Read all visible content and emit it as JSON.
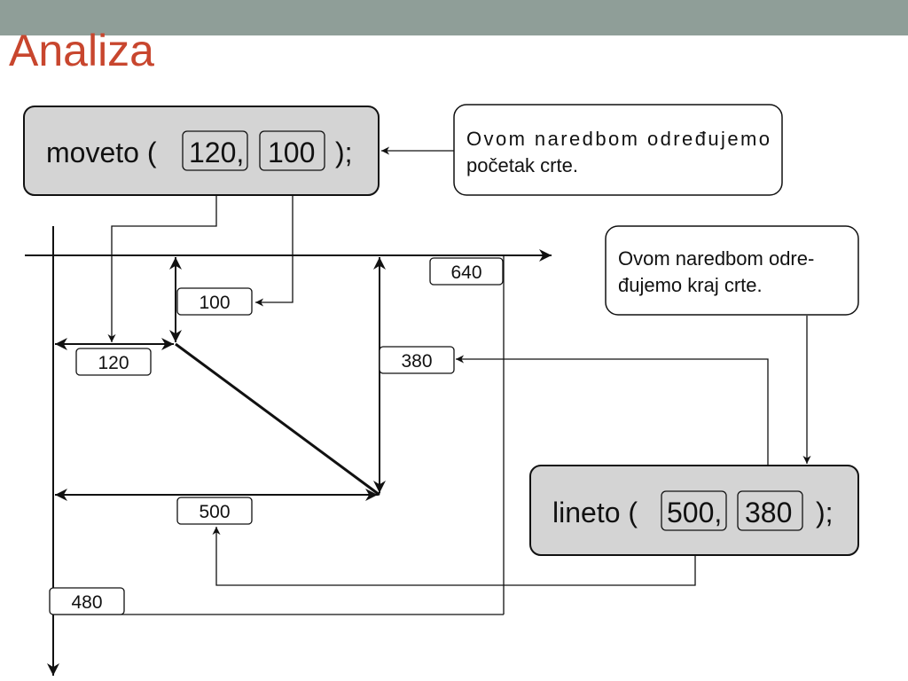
{
  "slide": {
    "title": "Analiza"
  },
  "moveto": {
    "func": "moveto (",
    "x": "120,",
    "y": "100",
    "end": ");"
  },
  "lineto": {
    "func": "lineto (",
    "x": "500,",
    "y": "380",
    "end": ");"
  },
  "notes": {
    "start": {
      "line1": "Ovom  naredbom  određujemo",
      "line2": "početak crte."
    },
    "end": {
      "line1": "Ovom naredbom odre-",
      "line2": "đujemo kraj crte."
    }
  },
  "labels": {
    "width": "640",
    "height": "480",
    "start_y": "100",
    "start_x": "120",
    "end_y": "380",
    "end_x": "500"
  },
  "colors": {
    "title": "#c8462e",
    "top_bar": "#8f9e98",
    "code_box": "#d4d4d4"
  }
}
